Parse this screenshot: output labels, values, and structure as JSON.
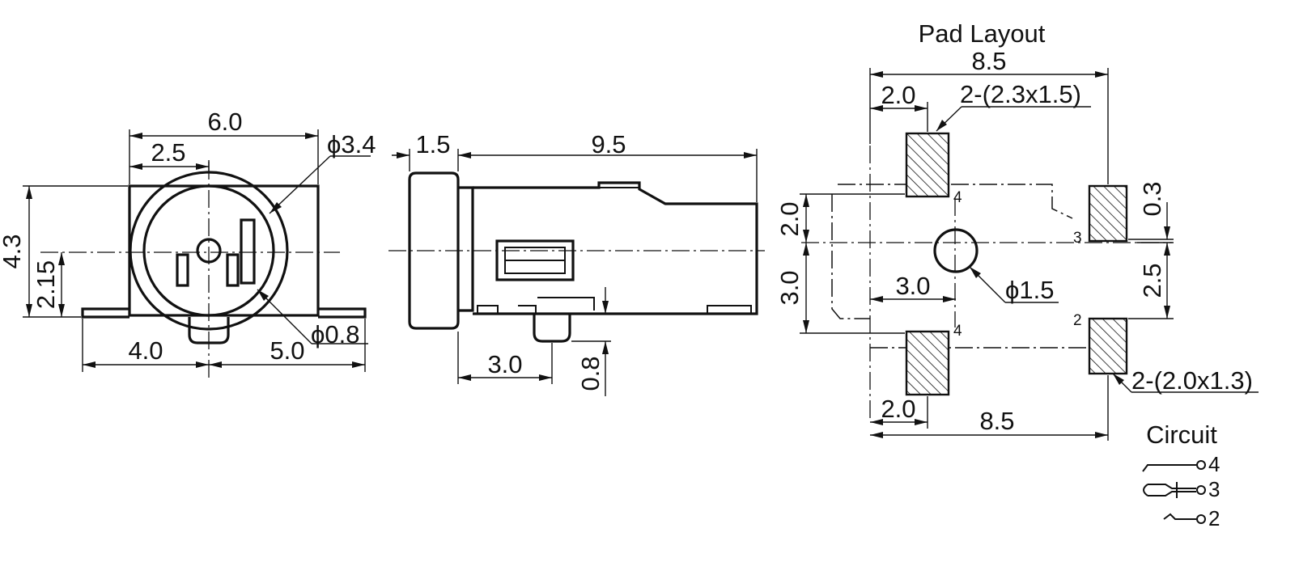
{
  "front_view": {
    "width_total": "6.0",
    "width_left": "2.5",
    "hole_diameter": "ϕ3.4",
    "height_total": "4.3",
    "height_center": "2.15",
    "bottom_left": "4.0",
    "bottom_right": "5.0",
    "pin_diameter": "ϕ0.8"
  },
  "side_view": {
    "front_length": "1.5",
    "body_length": "9.5",
    "tab_position": "3.0",
    "tab_height": "0.8"
  },
  "pad_layout": {
    "title": "Pad Layout",
    "top_width": "8.5",
    "top_offset": "2.0",
    "top_pad_size": "2-(2.3x1.5)",
    "left_upper": "2.0",
    "left_lower": "3.0",
    "right_upper": "0.3",
    "right_lower": "2.5",
    "center_hole": "ϕ1.5",
    "center_offset": "3.0",
    "bottom_pad_size": "2-(2.0x1.3)",
    "bottom_offset": "2.0",
    "bottom_width": "8.5",
    "pin_labels": [
      "4",
      "3",
      "4",
      "2"
    ]
  },
  "circuit": {
    "title": "Circuit",
    "pins": [
      "4",
      "3",
      "2"
    ]
  },
  "colors": {
    "line": "#111111",
    "background": "#ffffff"
  }
}
